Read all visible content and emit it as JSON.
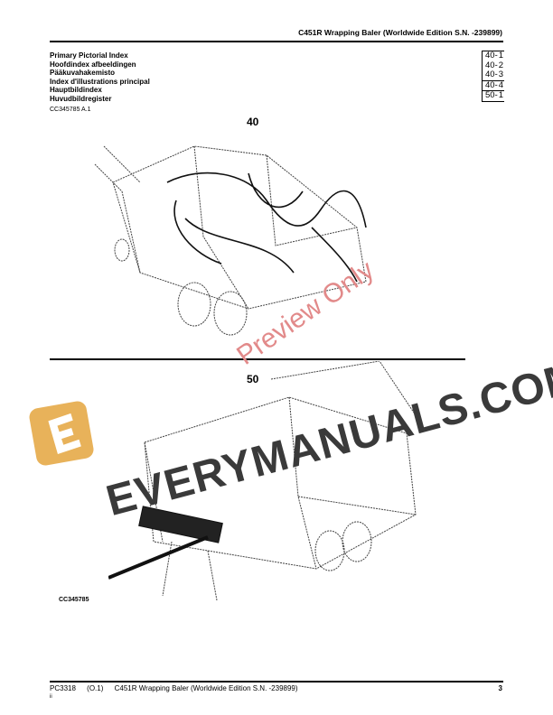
{
  "header": {
    "title": "C451R Wrapping Baler (Worldwide Edition S.N. -239899)"
  },
  "index": {
    "titles": [
      "Primary Pictorial Index",
      "Hoofdindex afbeeldingen",
      "Pääkuvahakemisto",
      "Index d'illustrations principal",
      "Hauptbildindex",
      "Huvudbildregister"
    ],
    "refs": [
      {
        "group": "40-",
        "page": "1"
      },
      {
        "group": "40-",
        "page": "2"
      },
      {
        "group": "40-",
        "page": "3"
      },
      {
        "group": "40-",
        "page": "4"
      },
      {
        "group": "50-",
        "page": "1"
      }
    ]
  },
  "image_ref": "CC345785 A.1",
  "figures": [
    {
      "label": "40"
    },
    {
      "label": "50"
    }
  ],
  "figure_code": "CC345785",
  "watermark": {
    "text": "EVERYMANUALS.COM",
    "preview": "Preview Only",
    "logo_letter": "E",
    "logo_color": "#e8b25a"
  },
  "footer": {
    "code": "PC3318",
    "rev": "(O.1)",
    "title": "C451R Wrapping Baler (Worldwide Edition S.N. -239899)",
    "page": "3",
    "sub": "ii"
  }
}
